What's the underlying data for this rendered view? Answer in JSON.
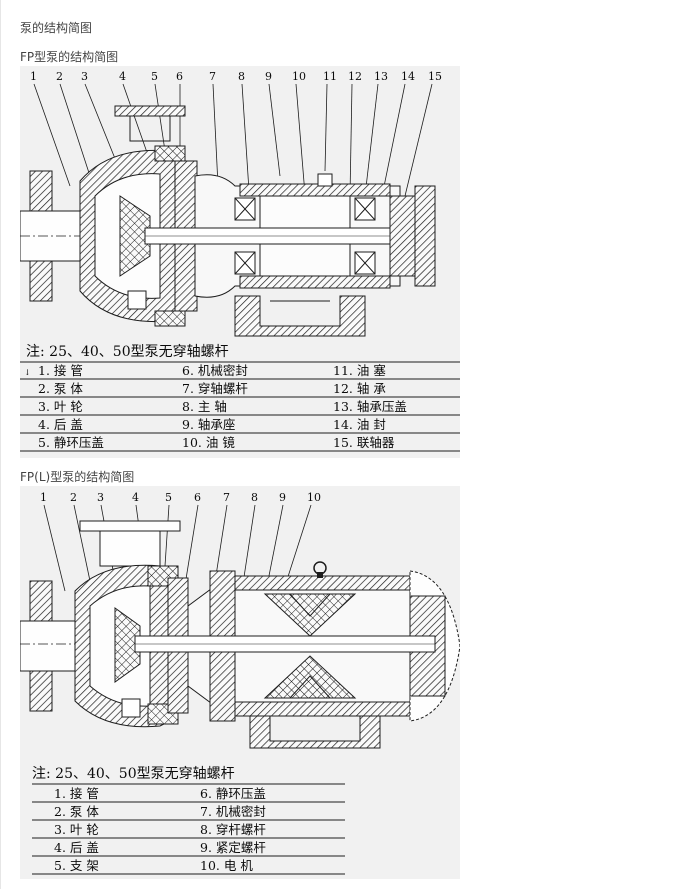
{
  "section_title": "泵的结构简图",
  "diagrams": [
    {
      "heading": "FP型泵的结构简图",
      "callout_numbers": [
        "1",
        "2",
        "3",
        "4",
        "5",
        "6",
        "7",
        "8",
        "9",
        "10",
        "11",
        "12",
        "13",
        "14",
        "15"
      ],
      "note": "注:  25、40、50型泵无穿轴螺杆",
      "mark": "↓",
      "parts": [
        [
          "1.  接    管",
          "6.  机械密封",
          "11.  油    塞"
        ],
        [
          "2.  泵    体",
          "7.  穿轴螺杆",
          "12.  轴    承"
        ],
        [
          "3.  叶    轮",
          "8.  主    轴",
          "13.  轴承压盖"
        ],
        [
          "4.  后    盖",
          "9.  轴承座",
          "14.  油    封"
        ],
        [
          "5.  静环压盖",
          "10.  油    镜",
          "15.  联轴器"
        ]
      ]
    },
    {
      "heading": "FP(L)型泵的结构简图",
      "callout_numbers": [
        "1",
        "2",
        "3",
        "4",
        "5",
        "6",
        "7",
        "8",
        "9",
        "10"
      ],
      "note": "注:  25、40、50型泵无穿轴螺杆",
      "parts": [
        [
          "1.  接    管",
          "6.  静环压盖"
        ],
        [
          "2.  泵    体",
          "7.  机械密封"
        ],
        [
          "3.  叶    轮",
          "8.  穿杆螺杆"
        ],
        [
          "4.  后    盖",
          "9.  紧定螺杆"
        ],
        [
          "5.  支    架",
          "10.  电      机"
        ]
      ]
    }
  ]
}
